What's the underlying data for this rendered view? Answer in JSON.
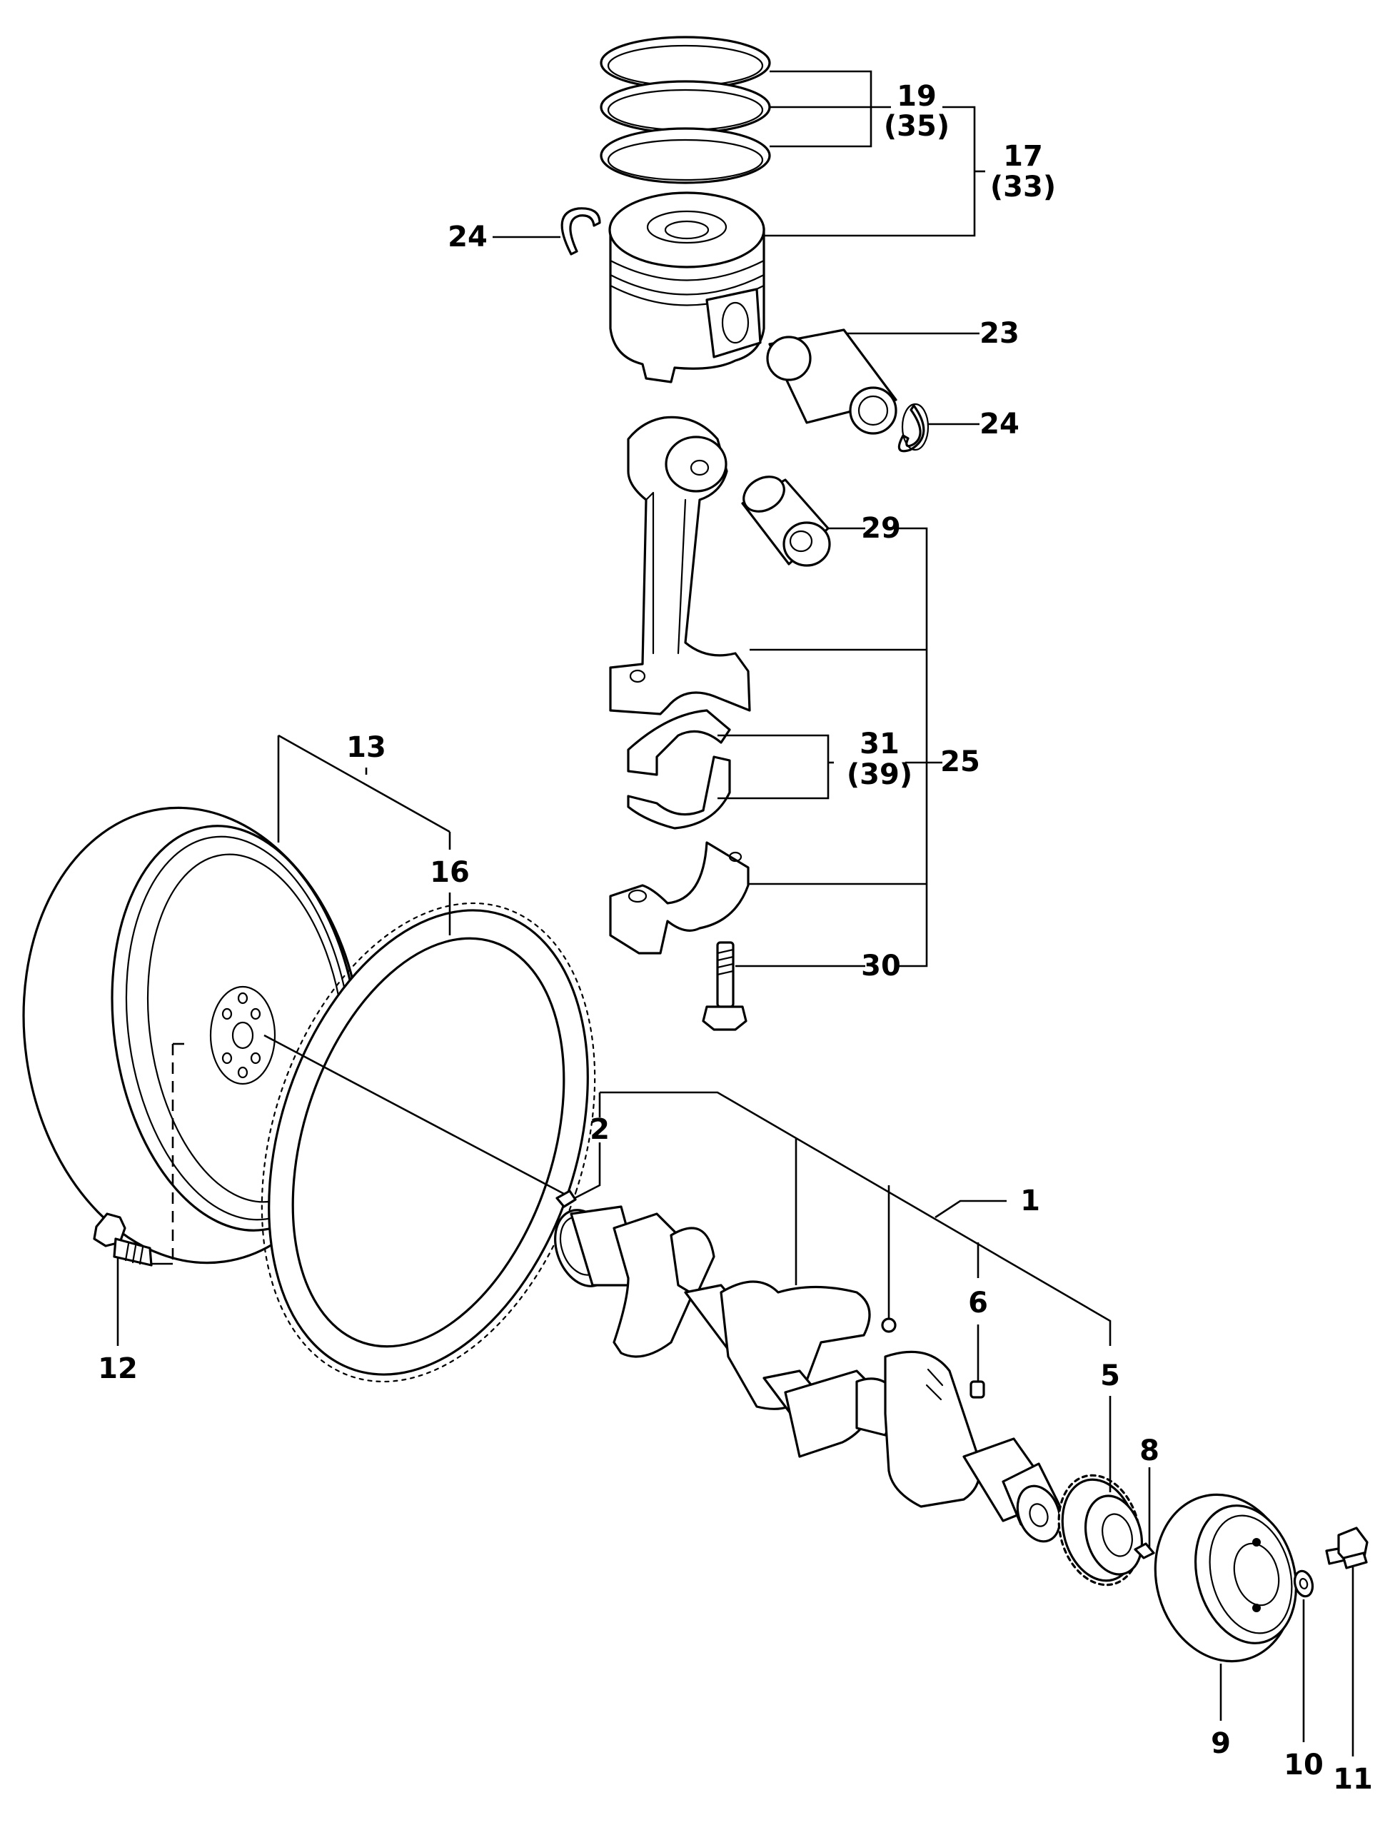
{
  "callouts": {
    "c1": "1",
    "c2": "2",
    "c5": "5",
    "c6": "6",
    "c8": "8",
    "c9": "9",
    "c10": "10",
    "c11": "11",
    "c12": "12",
    "c13": "13",
    "c16": "16",
    "c17": "17",
    "c17alt": "(33)",
    "c19": "19",
    "c19alt": "(35)",
    "c23": "23",
    "c24a": "24",
    "c24b": "24",
    "c25": "25",
    "c29": "29",
    "c30": "30",
    "c31": "31",
    "c31alt": "(39)"
  },
  "colors": {
    "line": "#000000",
    "background": "#ffffff"
  }
}
